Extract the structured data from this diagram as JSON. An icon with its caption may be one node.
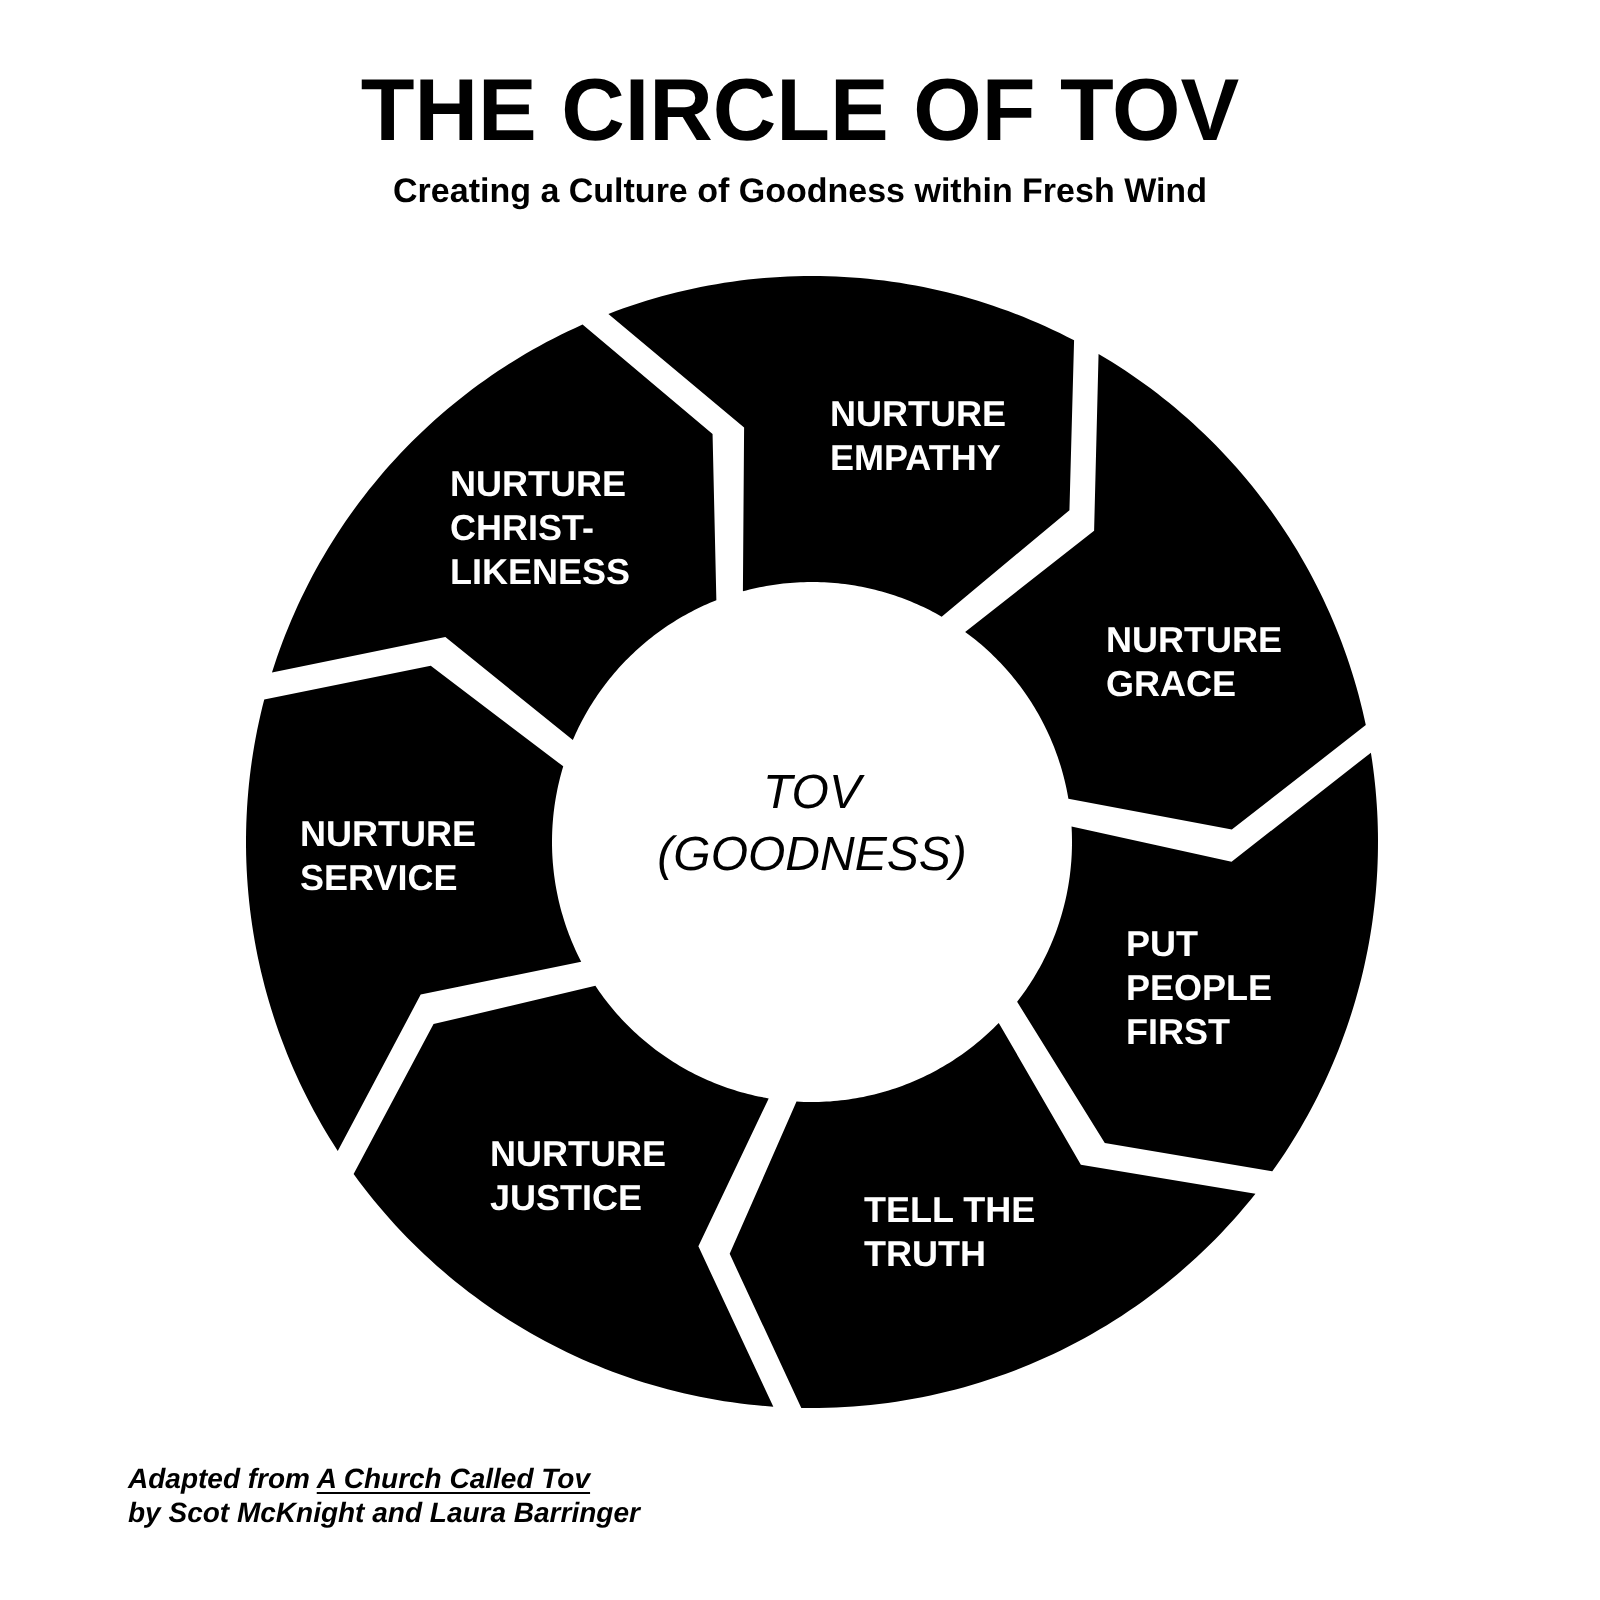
{
  "diagram": {
    "title": "THE CIRCLE OF TOV",
    "nodes": [
      {
        "text": [
          "TOV (GOODNESS)"
        ]
      },
      {
        "text": [
          "NURTURE EMPATHY"
        ]
      },
      {
        "text": [
          "NURTURE GRACE"
        ]
      },
      {
        "text": [
          "PUT PEOPLE FIRST"
        ]
      },
      {
        "text": [
          "TELL THE TRUTH"
        ]
      },
      {
        "text": [
          "NURTURE JUSTICE"
        ]
      },
      {
        "text": [
          "NURTURE SERVICE"
        ]
      },
      {
        "text": [
          "NURTURE CHRIST-LIKENESS"
        ]
      }
    ],
    "labels": [
      "Creating a Culture of Goodness within Fresh Wind",
      "Adapted from *A Church Called Tov* by Scot McKnight and Laura Barringer"
    ]
  }
}
